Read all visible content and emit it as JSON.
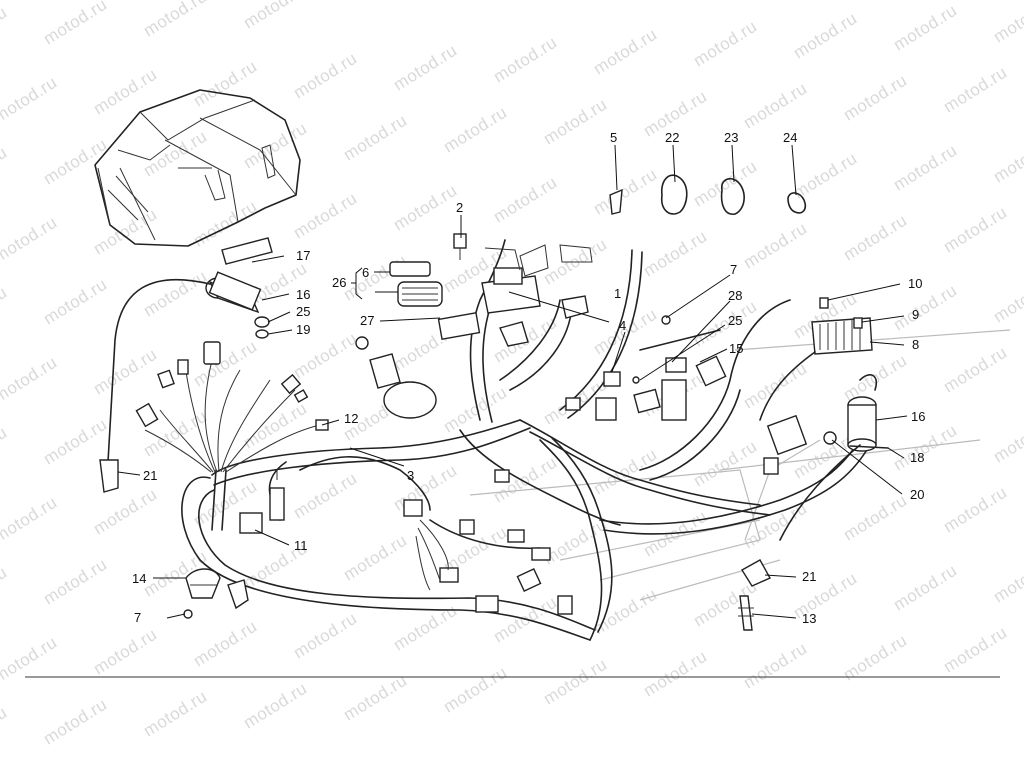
{
  "watermark_text": "motod.ru",
  "callouts": [
    {
      "id": "c1",
      "label": "1"
    },
    {
      "id": "c2",
      "label": "2"
    },
    {
      "id": "c3",
      "label": "3"
    },
    {
      "id": "c4",
      "label": "4"
    },
    {
      "id": "c5",
      "label": "5"
    },
    {
      "id": "c6",
      "label": "6"
    },
    {
      "id": "c7a",
      "label": "7"
    },
    {
      "id": "c7b",
      "label": "7"
    },
    {
      "id": "c8",
      "label": "8"
    },
    {
      "id": "c9",
      "label": "9"
    },
    {
      "id": "c10",
      "label": "10"
    },
    {
      "id": "c11",
      "label": "11"
    },
    {
      "id": "c12",
      "label": "12"
    },
    {
      "id": "c13",
      "label": "13"
    },
    {
      "id": "c14",
      "label": "14"
    },
    {
      "id": "c15",
      "label": "15"
    },
    {
      "id": "c16a",
      "label": "16"
    },
    {
      "id": "c16b",
      "label": "16"
    },
    {
      "id": "c17",
      "label": "17"
    },
    {
      "id": "c18",
      "label": "18"
    },
    {
      "id": "c19",
      "label": "19"
    },
    {
      "id": "c20",
      "label": "20"
    },
    {
      "id": "c21a",
      "label": "21"
    },
    {
      "id": "c21b",
      "label": "21"
    },
    {
      "id": "c22",
      "label": "22"
    },
    {
      "id": "c23",
      "label": "23"
    },
    {
      "id": "c24",
      "label": "24"
    },
    {
      "id": "c25a",
      "label": "25"
    },
    {
      "id": "c25b",
      "label": "25"
    },
    {
      "id": "c26",
      "label": "26"
    },
    {
      "id": "c27",
      "label": "27"
    },
    {
      "id": "c28",
      "label": "28"
    }
  ]
}
